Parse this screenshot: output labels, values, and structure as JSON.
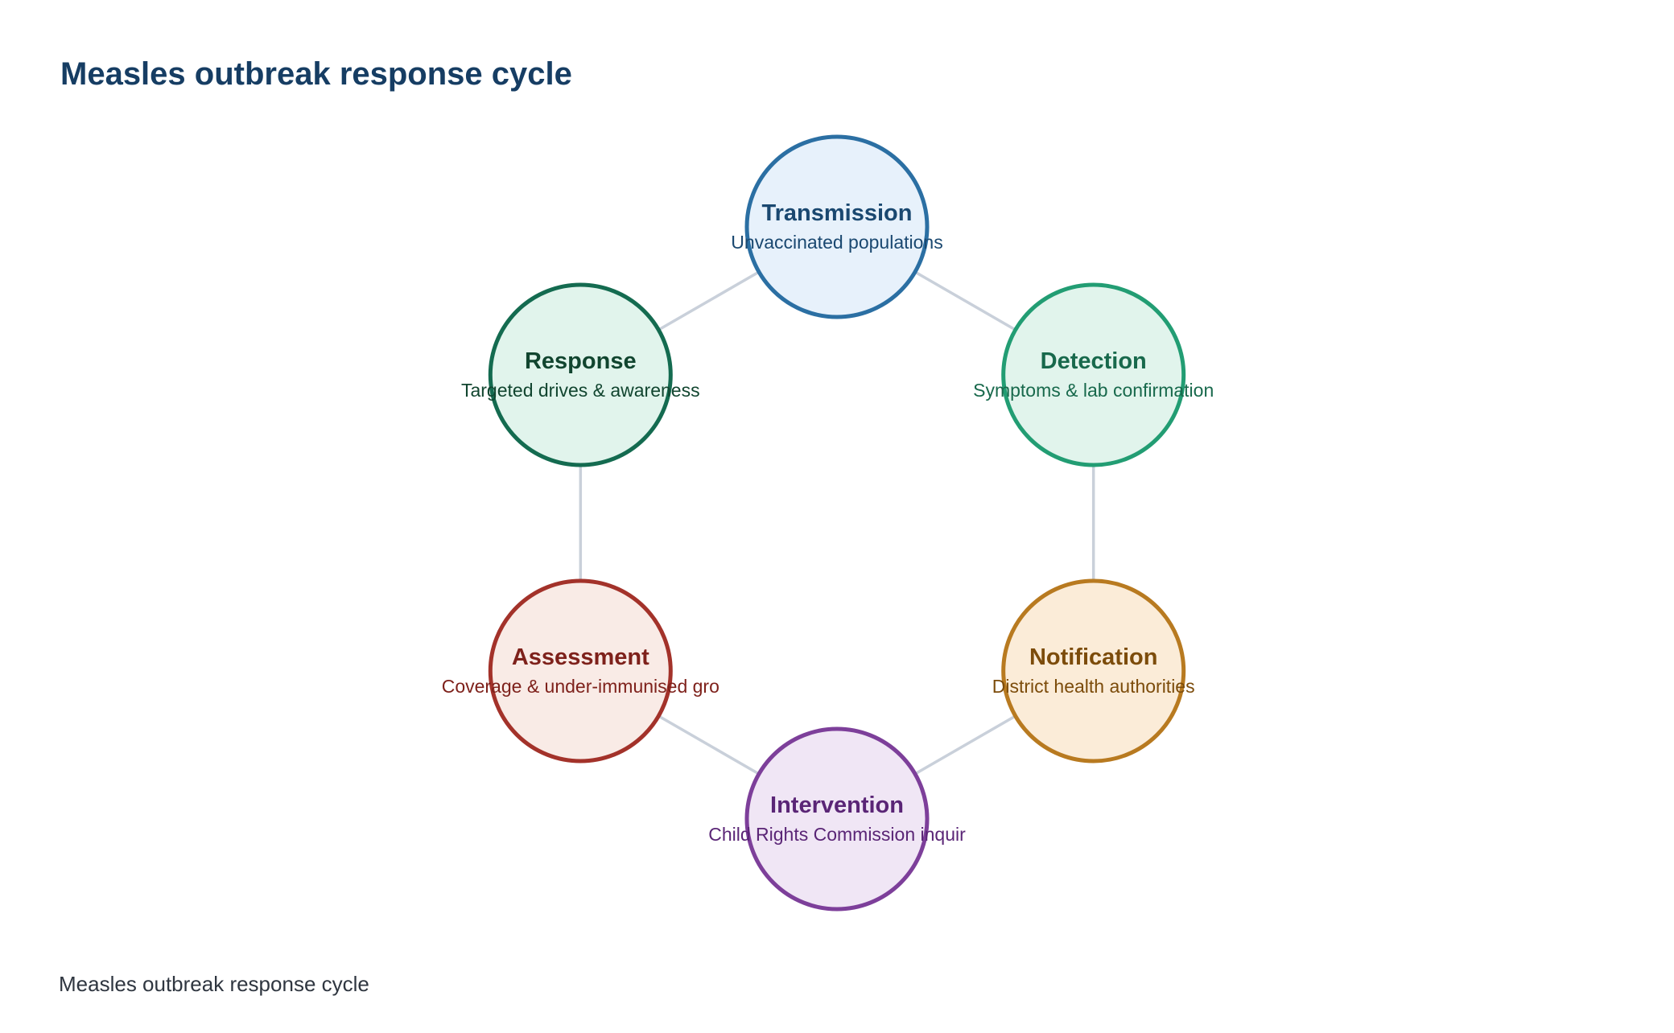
{
  "title": "Measles outbreak response cycle",
  "caption": "Measles outbreak response cycle",
  "nodes": [
    {
      "id": "transmission",
      "title": "Transmission",
      "subtitle": "Unvaccinated populations",
      "fill": "#e7f1fb",
      "stroke": "#2b6fa3",
      "text_color": "#1a4870"
    },
    {
      "id": "detection",
      "title": "Detection",
      "subtitle": "Symptoms & lab confirmation",
      "fill": "#e1f4ec",
      "stroke": "#229d73",
      "text_color": "#18694c"
    },
    {
      "id": "notification",
      "title": "Notification",
      "subtitle": "District health authorities",
      "fill": "#fbecd8",
      "stroke": "#b87a20",
      "text_color": "#7c4c0b"
    },
    {
      "id": "intervention",
      "title": "Intervention",
      "subtitle": "Child Rights Commission inquir",
      "fill": "#f0e6f5",
      "stroke": "#7d3f9a",
      "text_color": "#5a2576"
    },
    {
      "id": "assessment",
      "title": "Assessment",
      "subtitle": "Coverage & under-immunised gro",
      "fill": "#f9ebe6",
      "stroke": "#a3322a",
      "text_color": "#7e211b"
    },
    {
      "id": "response",
      "title": "Response",
      "subtitle": "Targeted drives & awareness",
      "fill": "#e1f4ec",
      "stroke": "#146b50",
      "text_color": "#11452f"
    }
  ],
  "connector_color": "#c9d0da"
}
